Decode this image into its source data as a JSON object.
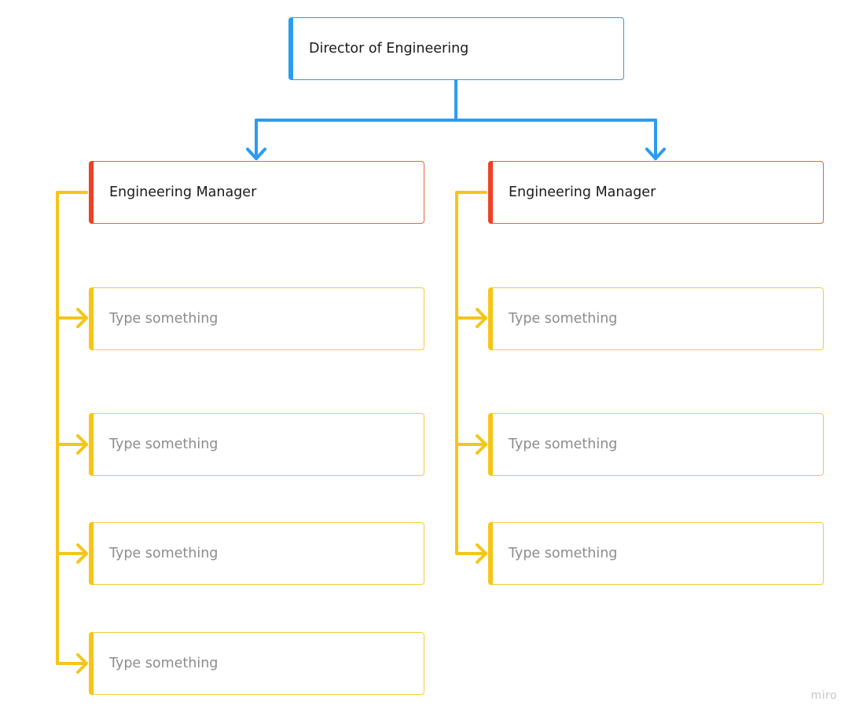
{
  "director": {
    "label": "Director of Engineering",
    "color": "#2d9bf0"
  },
  "managers": [
    {
      "label": "Engineering Manager",
      "color": "#ef4123",
      "reports": [
        "Type something",
        "Type something",
        "Type something",
        "Type something"
      ]
    },
    {
      "label": "Engineering Manager",
      "color": "#ef4123",
      "reports": [
        "Type something",
        "Type something",
        "Type something"
      ]
    }
  ],
  "report_color": "#f5c518",
  "watermark": "miro"
}
